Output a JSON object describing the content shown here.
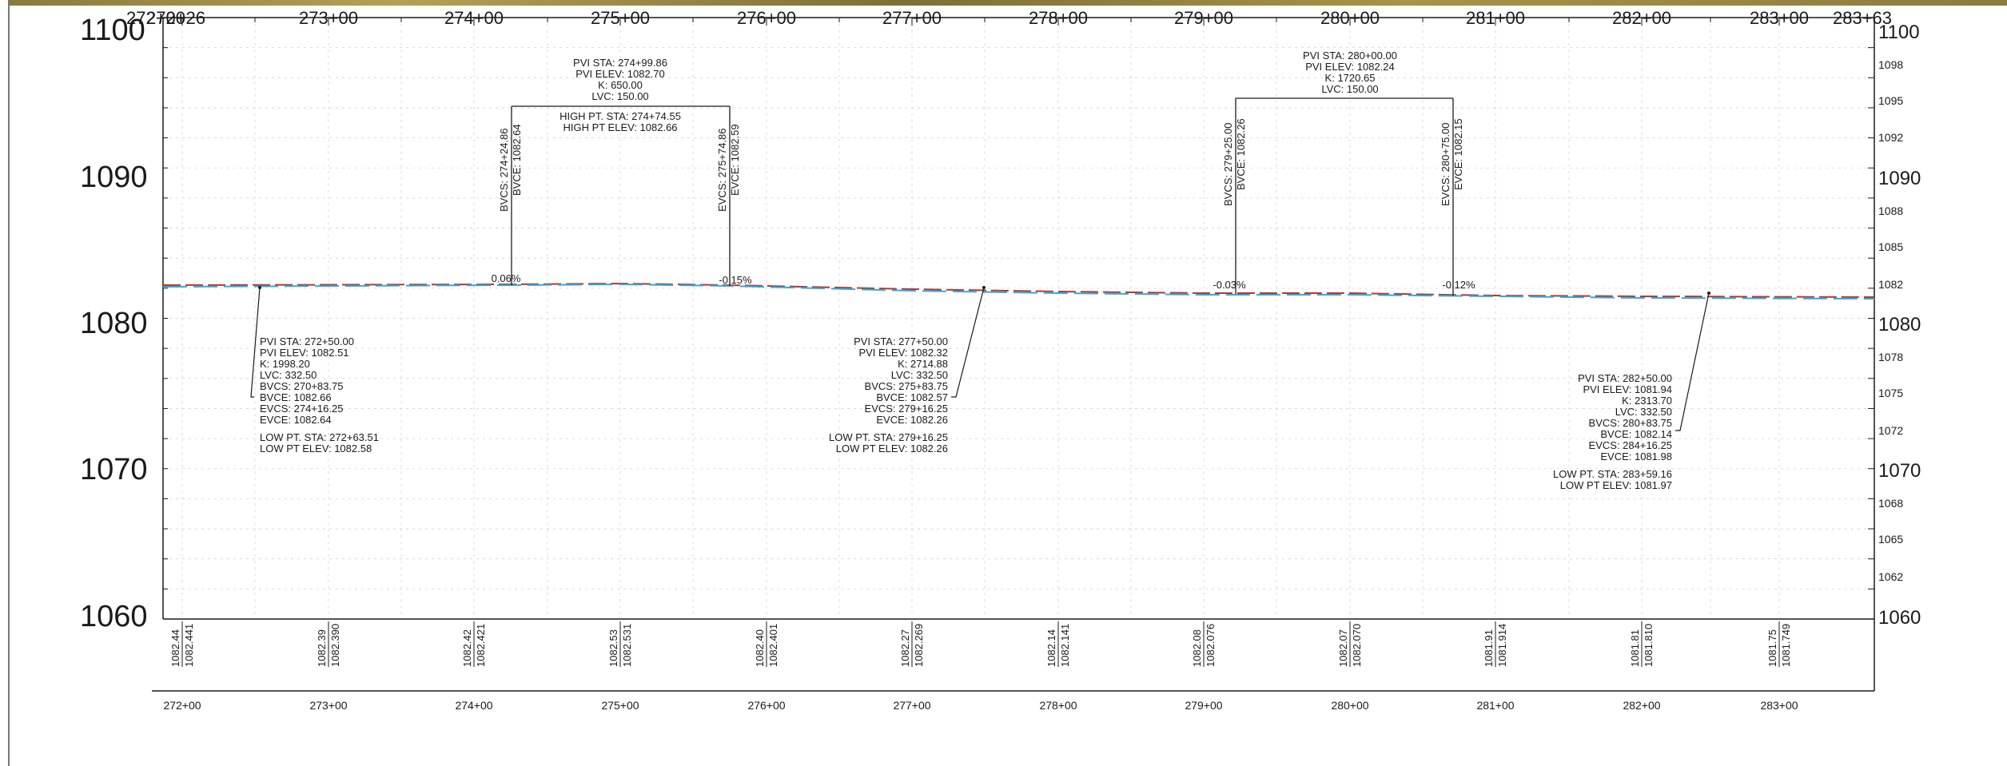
{
  "top_stations": [
    "272+00",
    "272+26",
    "273+00",
    "274+00",
    "275+00",
    "276+00",
    "277+00",
    "278+00",
    "279+00",
    "280+00",
    "281+00",
    "282+00",
    "283+00",
    "283+63"
  ],
  "left_elev_labels": [
    "1100",
    "1090",
    "1080",
    "1070",
    "1060"
  ],
  "right_elev_labels": [
    "1100",
    "1098",
    "1095",
    "1092",
    "1090",
    "1088",
    "1085",
    "1082",
    "1080",
    "1078",
    "1075",
    "1072",
    "1070",
    "1068",
    "1065",
    "1062",
    "1060"
  ],
  "grade_labels": [
    "0.06%",
    "-0.15%",
    "-0.03%",
    "-0.12%"
  ],
  "crest_curve": {
    "pvi": [
      "PVI STA:  274+99.86",
      "PVI ELEV:  1082.70",
      "K:  650.00",
      "LVC:  150.00"
    ],
    "high_pt": [
      "HIGH PT. STA:  274+74.55",
      "HIGH PT ELEV:  1082.66"
    ],
    "bvcs": "BVCS:  274+24.86",
    "bvce": "BVCE:  1082.64",
    "evcs": "EVCS:  275+74.86",
    "evce": "EVCE:  1082.59"
  },
  "curve_280": {
    "pvi": [
      "PVI STA:  280+00.00",
      "PVI ELEV:  1082.24",
      "K:  1720.65",
      "LVC:  150.00"
    ],
    "bvcs": "BVCS:  279+25.00",
    "bvce": "BVCE:  1082.26",
    "evcs": "EVCS:  280+75.00",
    "evce": "EVCE:  1082.15"
  },
  "sag_curves": [
    [
      "PVI STA:  272+50.00",
      "PVI ELEV:  1082.51",
      "K:  1998.20",
      "LVC:  332.50",
      "BVCS:  270+83.75",
      "BVCE:  1082.66",
      "EVCS:  274+16.25",
      "EVCE:  1082.64",
      "LOW PT. STA:  272+63.51",
      "LOW PT ELEV:  1082.58"
    ],
    [
      "PVI STA:  277+50.00",
      "PVI ELEV:  1082.32",
      "K:  2714.88",
      "LVC:  332.50",
      "BVCS:  275+83.75",
      "BVCE:  1082.57",
      "EVCS:  279+16.25",
      "EVCE:  1082.26",
      "LOW PT. STA:  279+16.25",
      "LOW PT ELEV:  1082.26"
    ],
    [
      "PVI STA:  282+50.00",
      "PVI ELEV:  1081.94",
      "K:  2313.70",
      "LVC:  332.50",
      "BVCS:  280+83.75",
      "BVCE:  1082.14",
      "EVCS:  284+16.25",
      "EVCE:  1081.98",
      "LOW PT. STA:  283+59.16",
      "LOW PT ELEV:  1081.97"
    ]
  ],
  "bottom_elevations": [
    [
      "1082.44",
      "1082.441"
    ],
    [
      "1082.39",
      "1082.390"
    ],
    [
      "1082.42",
      "1082.421"
    ],
    [
      "1082.53",
      "1082.531"
    ],
    [
      "1082.40",
      "1082.401"
    ],
    [
      "1082.27",
      "1082.269"
    ],
    [
      "1082.14",
      "1082.141"
    ],
    [
      "1082.08",
      "1082.076"
    ],
    [
      "1082.07",
      "1082.070"
    ],
    [
      "1081.91",
      "1081.914"
    ],
    [
      "1081.81",
      "1081.810"
    ],
    [
      "1081.75",
      "1081.749"
    ]
  ],
  "bottom_stations": [
    "272+00",
    "273+00",
    "274+00",
    "275+00",
    "276+00",
    "277+00",
    "278+00",
    "279+00",
    "280+00",
    "281+00",
    "282+00",
    "283+00"
  ],
  "colors": {
    "line": "#1a1a1a",
    "grid": "#c8c8c8",
    "existing_ground": "#b0392f",
    "proposed_grade": "#35a9d8"
  }
}
